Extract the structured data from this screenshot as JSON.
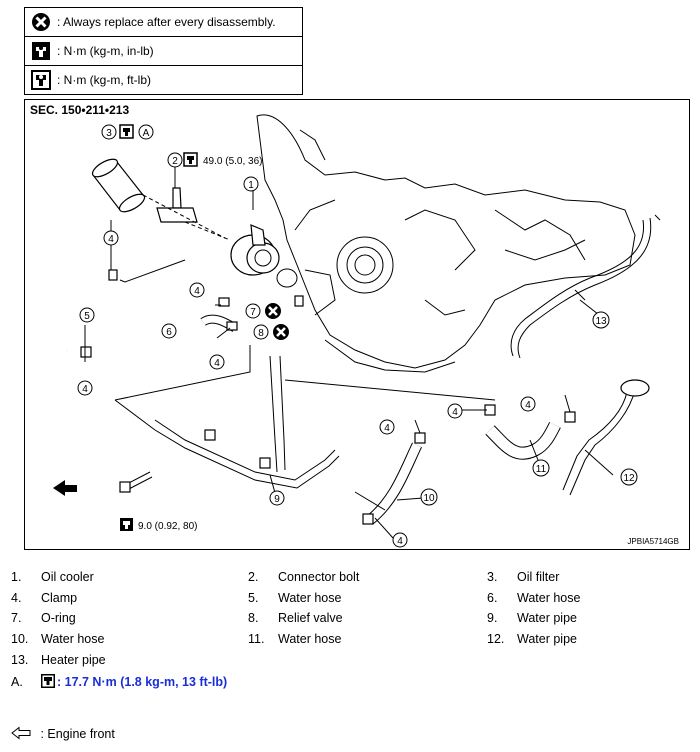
{
  "legend": {
    "rows": [
      {
        "icon": "replace-icon",
        "text": ": Always replace after every disassembly."
      },
      {
        "icon": "torque-in-lb-icon",
        "text": ": N·m (kg-m, in-lb)"
      },
      {
        "icon": "torque-ft-lb-icon",
        "text": ": N·m (kg-m, ft-lb)"
      }
    ]
  },
  "diagram": {
    "section": "SEC. 150•211•213",
    "figure_code": "JPBIA5714GB",
    "torque_connector_bolt": "49.0 (5.0, 36)",
    "torque_bolt": "9.0 (0.92, 80)",
    "callout_a": "A"
  },
  "parts": [
    {
      "num": "1.",
      "label": "Oil cooler"
    },
    {
      "num": "2.",
      "label": "Connector bolt"
    },
    {
      "num": "3.",
      "label": "Oil filter"
    },
    {
      "num": "4.",
      "label": "Clamp"
    },
    {
      "num": "5.",
      "label": "Water hose"
    },
    {
      "num": "6.",
      "label": "Water hose"
    },
    {
      "num": "7.",
      "label": "O-ring"
    },
    {
      "num": "8.",
      "label": "Relief valve"
    },
    {
      "num": "9.",
      "label": "Water pipe"
    },
    {
      "num": "10.",
      "label": "Water hose"
    },
    {
      "num": "11.",
      "label": "Water hose"
    },
    {
      "num": "12.",
      "label": "Water pipe"
    },
    {
      "num": "13.",
      "label": "Heater pipe"
    }
  ],
  "note_a": {
    "num": "A.",
    "text": ": 17.7 N·m (1.8 kg-m, 13 ft-lb)",
    "color": "#1a2ed6"
  },
  "engine_front": {
    "icon": "arrow-left-outline-icon",
    "text": ": Engine front"
  }
}
